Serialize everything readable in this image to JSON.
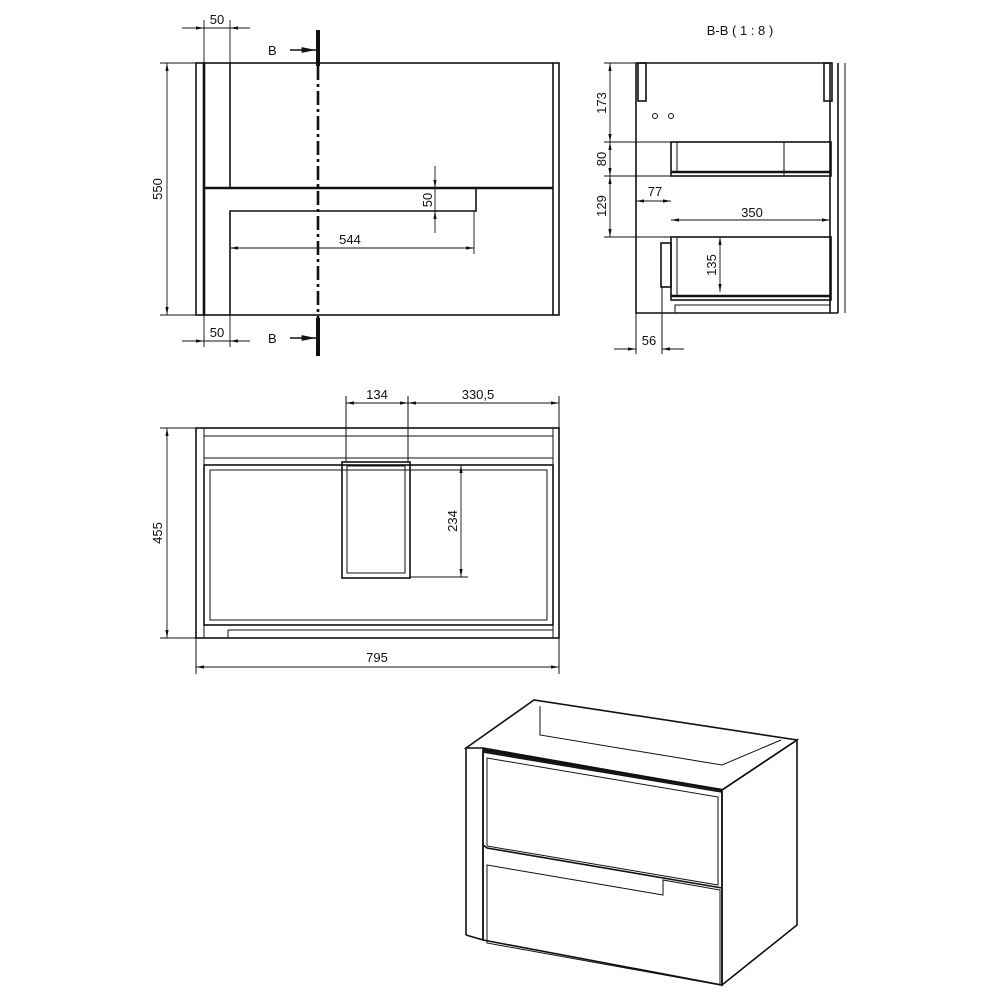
{
  "drawing": {
    "front_view": {
      "height": "550",
      "side_top": "50",
      "side_bottom": "50",
      "handle_height": "50",
      "handle_width": "544",
      "section_mark_top": "B",
      "section_mark_bottom": "B"
    },
    "section_view": {
      "title": "B-B ( 1 : 8 )",
      "top_gap": "173",
      "upper_drawer": "80",
      "middle_gap": "129",
      "drawer_offset": "77",
      "drawer_depth": "350",
      "lower_drawer_height": "135",
      "front_setback": "56"
    },
    "top_view": {
      "basin_width": "134",
      "basin_offset": "330,5",
      "depth": "455",
      "basin_depth": "234",
      "width": "795"
    },
    "colors": {
      "line": "#111111",
      "background": "#ffffff"
    }
  }
}
